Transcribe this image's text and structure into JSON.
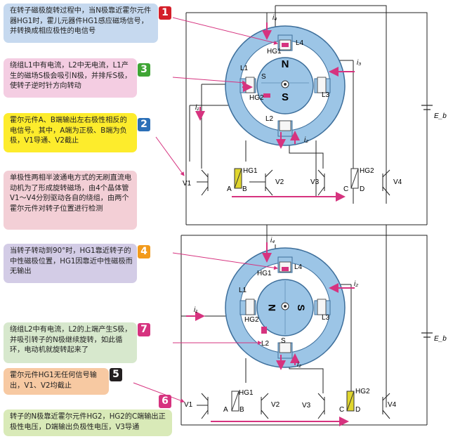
{
  "notes": [
    {
      "badge": "1",
      "text": "在转子磁极旋转过程中，当N极靠近霍尔元件器HG1时，霍儿元器件HG1感应磁场信号，并转换成相应极性的电信号",
      "color": "#c6d9ef",
      "badge_color": "#d41f29"
    },
    {
      "badge": "3",
      "text": "绕组L1中有电流，L2中无电流，L1产生的磁场S极会吸引N极，并排斥S极，使转子逆时针方向转动",
      "color": "#f4cde2",
      "badge_color": "#3fa535"
    },
    {
      "badge": "2",
      "text": "霍尔元件A、B端输出左右极性相反的电信号。其中，A端为正极、B端为负极，V1导通、V2截止",
      "color": "#fdec2c",
      "badge_color": "#2b6fb7"
    },
    {
      "badge": "",
      "text": "单极性两相半波通电方式的无刷直流电动机为了形成旋转磁场，由4个晶体管V1～V4分别驱动各自的绕组，由两个霍尔元件对转子位置进行检测",
      "color": "#f3cfd6",
      "badge_color": ""
    },
    {
      "badge": "4",
      "text": "当转子转动到90°时，HG1靠近转子的中性磁极位置，HG1因靠近中性磁极而无输出",
      "color": "#d3cce6",
      "badge_color": "#f29a1b"
    },
    {
      "badge": "7",
      "text": "绕组L2中有电流，L2的上端产生S极，并吸引转子的N极继续旋转，如此循环，电动机就旋转起来了",
      "color": "#d7e8cd",
      "badge_color": "#d6337f"
    },
    {
      "badge": "5",
      "text": "霍尔元件HG1无任何信号输出，V1、V2均截止",
      "color": "#f7c9a2",
      "badge_color": "#231f20"
    },
    {
      "badge": "6",
      "text": "转子的N极靠近霍尔元件HG2，HG2的C端输出正极性电压，D端输出负极性电压，V3导通",
      "color": "#d9eab8",
      "badge_color": "#d6337f"
    }
  ],
  "top_diagram": {
    "labels": {
      "hg1": "HG1",
      "hg2": "HG2",
      "l1": "L1",
      "l2": "L2",
      "l3": "L3",
      "l4": "L4",
      "n": "N",
      "s": "S",
      "s_small": "S",
      "i1": "i₁",
      "i2": "i₂",
      "i3": "i₃",
      "i4": "i₄",
      "eb": "E_b",
      "v1": "V1",
      "v2": "V2",
      "v3": "V3",
      "v4": "V4",
      "hg1_sensor": "HG1",
      "hg2_sensor": "HG2",
      "a": "A",
      "b": "B",
      "c": "C",
      "d": "D"
    }
  },
  "bottom_diagram": {
    "labels": {
      "hg1": "HG1",
      "hg2": "HG2",
      "l1": "L1",
      "l2": "L2",
      "l3": "L3",
      "l4": "L4",
      "n": "N",
      "s": "S",
      "s_small": "S",
      "i1": "i₁",
      "i2": "i₂",
      "i4": "i₄",
      "eb": "E_b",
      "v1": "V1",
      "v2": "V2",
      "v3": "V3",
      "v4": "V4",
      "hg1_sensor": "HG1",
      "hg2_sensor": "HG2",
      "a": "A",
      "b": "B",
      "c": "C",
      "d": "D"
    }
  }
}
